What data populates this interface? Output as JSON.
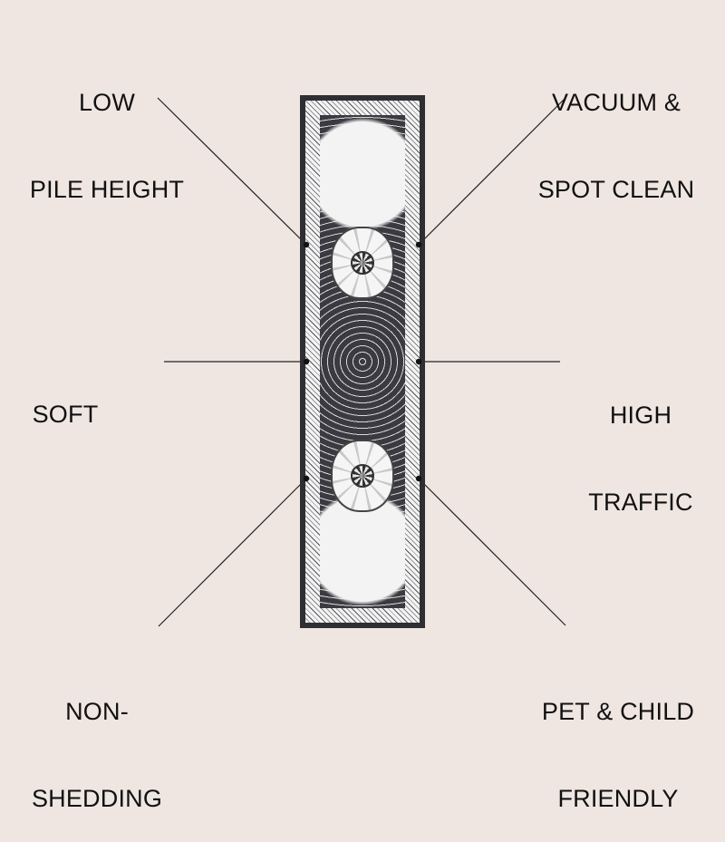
{
  "features": {
    "top_left": {
      "line1": "LOW",
      "line2": "PILE HEIGHT"
    },
    "top_right": {
      "line1": "VACUUM &",
      "line2": "SPOT CLEAN"
    },
    "middle_left": {
      "line1": "SOFT"
    },
    "middle_right": {
      "line1": "HIGH",
      "line2": "TRAFFIC"
    },
    "bottom_left": {
      "line1": "NON-",
      "line2": "SHEDDING"
    },
    "bottom_right": {
      "line1": "PET & CHILD",
      "line2": "FRIENDLY"
    }
  },
  "product": {
    "type": "runner-rug",
    "pattern": "persian-medallion",
    "colors": {
      "background": "#efe6e1",
      "rug_dark": "#2e2e33",
      "rug_light": "#f4f4f4",
      "text": "#111111"
    }
  }
}
